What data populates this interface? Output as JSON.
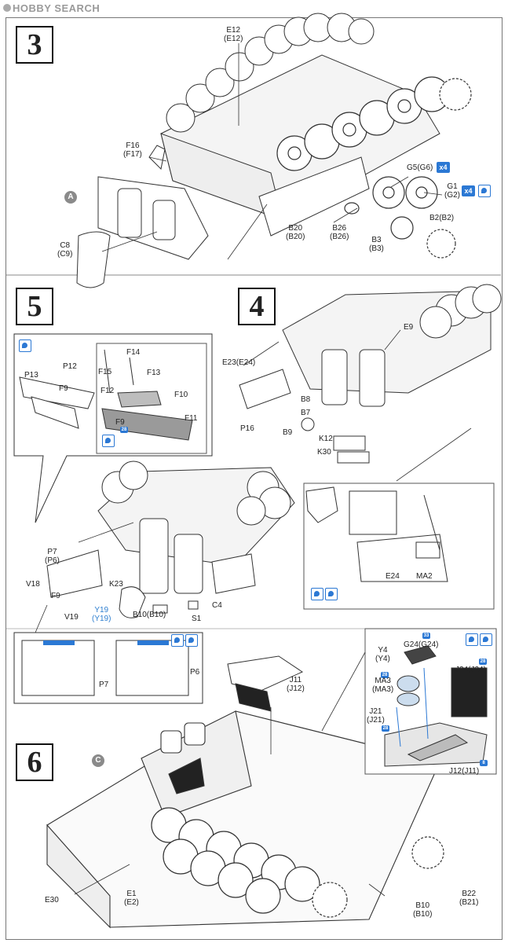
{
  "watermark": "HOBBY SEARCH",
  "steps": {
    "s3": "3",
    "s4": "4",
    "s5": "5",
    "s6": "6"
  },
  "markers": {
    "a": "A",
    "c": "C"
  },
  "step3": {
    "e12": "E12\n(E12)",
    "f16": "F16\n(F17)",
    "c8": "C8\n(C9)",
    "b20": "B20\n(B20)",
    "b26": "B26\n(B26)",
    "b3": "B3\n(B3)",
    "g5": "G5(G6)",
    "g5_qty": "x4",
    "g1": "G1\n(G2)",
    "g1_qty": "x4",
    "b2": "B2(B2)"
  },
  "step5_inset": {
    "p13": "P13",
    "p12": "P12",
    "f9": "F9",
    "f15": "F15",
    "f14": "F14",
    "f13": "F13",
    "f12": "F12",
    "f10": "F10",
    "f11": "F11",
    "f9b": "F9",
    "ref": "28"
  },
  "step4": {
    "e23": "E23(E24)",
    "e9": "E9",
    "b8": "B8",
    "b7": "B7",
    "p16": "P16",
    "b9": "B9",
    "k12": "K12",
    "k30": "K30",
    "e24": "E24",
    "ma2": "MA2"
  },
  "step5": {
    "p7": "P7\n(P6)",
    "v18": "V18",
    "f9": "F9",
    "v19": "V19",
    "k23": "K23",
    "y19": "Y19\n(Y19)",
    "b10": "B10(B10)",
    "c4": "C4",
    "s1": "S1",
    "p7b": "P7",
    "p6": "P6"
  },
  "step6": {
    "j11": "J11\n(J12)",
    "y4": "Y4\n(Y4)",
    "g24": "G24(G24)",
    "j24": "J24(J24)",
    "ma3": "MA3\n(MA3)",
    "j21": "J21\n(J21)",
    "j12": "J12(J11)",
    "e30": "E30",
    "e1": "E1\n(E2)",
    "b10": "B10\n(B10)",
    "b22": "B22\n(B21)",
    "ref1": "33",
    "ref2": "28",
    "ref3": "28",
    "ref4": "28",
    "ref5": "8"
  },
  "colors": {
    "accent": "#2b78d4",
    "line": "#333333",
    "shade": "#d9d9d9"
  }
}
